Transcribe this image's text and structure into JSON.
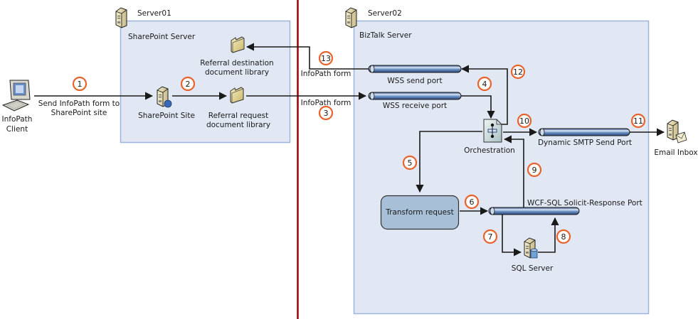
{
  "colors": {
    "zone_fill": "#e1e8f4",
    "zone_border": "#9fb4d9",
    "divider": "#a00000",
    "step_ring": "#e8622c",
    "port_fill": "#4d78b2",
    "transform_fill": "#a7c0d8"
  },
  "zones": {
    "server01": {
      "host_label": "Server01",
      "title": "SharePoint Server"
    },
    "server02": {
      "host_label": "Server02",
      "title": "BizTalk Server"
    }
  },
  "nodes": {
    "infopath_client": {
      "label_line1": "InfoPath",
      "label_line2": "Client",
      "icon": "computer-icon"
    },
    "sharepoint_site": {
      "label": "SharePoint Site",
      "icon": "web-server-icon"
    },
    "referral_destination": {
      "label_line1": "Referral destination",
      "label_line2": "document library",
      "icon": "folder-icon"
    },
    "referral_request": {
      "label_line1": "Referral request",
      "label_line2": "document library",
      "icon": "folder-icon"
    },
    "wss_send_port": {
      "label": "WSS send port",
      "icon": "port-pipe-icon"
    },
    "wss_receive_port": {
      "label": "WSS receive port",
      "icon": "port-pipe-icon"
    },
    "orchestration": {
      "label": "Orchestration",
      "icon": "orchestration-icon"
    },
    "dynamic_smtp_port": {
      "label": "Dynamic SMTP Send Port",
      "icon": "port-pipe-icon"
    },
    "email_inbox": {
      "label": "Email Inbox",
      "icon": "mail-server-icon"
    },
    "transform_request": {
      "label": "Transform request"
    },
    "wcf_sql_port": {
      "label": "WCF-SQL Solicit-Response Port",
      "icon": "port-pipe-icon"
    },
    "sql_server": {
      "label": "SQL Server",
      "icon": "database-server-icon"
    }
  },
  "edge_labels": {
    "send_form_line1": "Send InfoPath form to",
    "send_form_line2": "SharePoint site",
    "infopath_form_out": "InfoPath form",
    "infopath_form_in": "InfoPath form"
  },
  "steps": [
    "1",
    "2",
    "3",
    "4",
    "5",
    "6",
    "7",
    "8",
    "9",
    "10",
    "11",
    "12",
    "13"
  ]
}
